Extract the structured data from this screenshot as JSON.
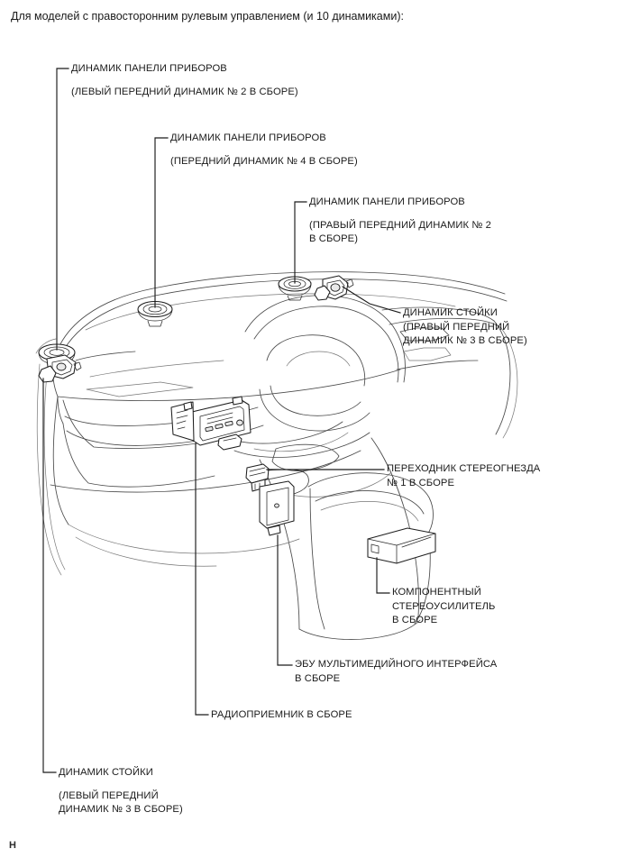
{
  "document": {
    "intro": "Для моделей с правосторонним рулевым управлением (и 10 динамиками):",
    "page_mark": "H"
  },
  "callouts": [
    {
      "id": "instrument-panel-speaker-left-front-no2",
      "title": "ДИНАМИК ПАНЕЛИ ПРИБОРОВ",
      "sub1": "(ЛЕВЫЙ ПЕРЕДНИЙ ДИНАМИК № 2 В СБОРЕ)",
      "sub2": ""
    },
    {
      "id": "instrument-panel-speaker-front-no4",
      "title": "ДИНАМИК ПАНЕЛИ ПРИБОРОВ",
      "sub1": "(ПЕРЕДНИЙ ДИНАМИК № 4 В СБОРЕ)",
      "sub2": ""
    },
    {
      "id": "instrument-panel-speaker-right-front-no2",
      "title": "ДИНАМИК ПАНЕЛИ ПРИБОРОВ",
      "sub1": "(ПРАВЫЙ ПЕРЕДНИЙ ДИНАМИК № 2",
      "sub2": "В СБОРЕ)"
    },
    {
      "id": "pillar-speaker-right-front-no3",
      "title": "ДИНАМИК СТОЙКИ",
      "sub1": "(ПРАВЫЙ ПЕРЕДНИЙ",
      "sub2": "ДИНАМИК № 3 В СБОРЕ)"
    },
    {
      "id": "stereo-jack-adapter-no1",
      "title": "ПЕРЕХОДНИК СТЕРЕОГНЕЗДА",
      "sub1": "№ 1 В СБОРЕ",
      "sub2": ""
    },
    {
      "id": "component-stereo-amplifier",
      "title": "КОМПОНЕНТНЫЙ",
      "sub1": "СТЕРЕОУСИЛИТЕЛЬ",
      "sub2": "В СБОРЕ"
    },
    {
      "id": "multimedia-interface-ecu",
      "title": "ЭБУ МУЛЬТИМЕДИЙНОГО ИНТЕРФЕЙСА",
      "sub1": "В СБОРЕ",
      "sub2": ""
    },
    {
      "id": "radio-receiver-assembly",
      "title": "РАДИОПРИЕМНИК В СБОРЕ",
      "sub1": "",
      "sub2": ""
    },
    {
      "id": "pillar-speaker-left-front-no3",
      "title": "ДИНАМИК СТОЙКИ",
      "sub1": "(ЛЕВЫЙ ПЕРЕДНИЙ",
      "sub2": "ДИНАМИК № 3 В СБОРЕ)"
    }
  ],
  "colors": {
    "ink": "#1a1a1a",
    "art_line": "#4a4a4a",
    "art_line_light": "#777777",
    "part_line": "#1f1f1f",
    "part_shade": "#e9e9e9",
    "background": "#ffffff"
  }
}
